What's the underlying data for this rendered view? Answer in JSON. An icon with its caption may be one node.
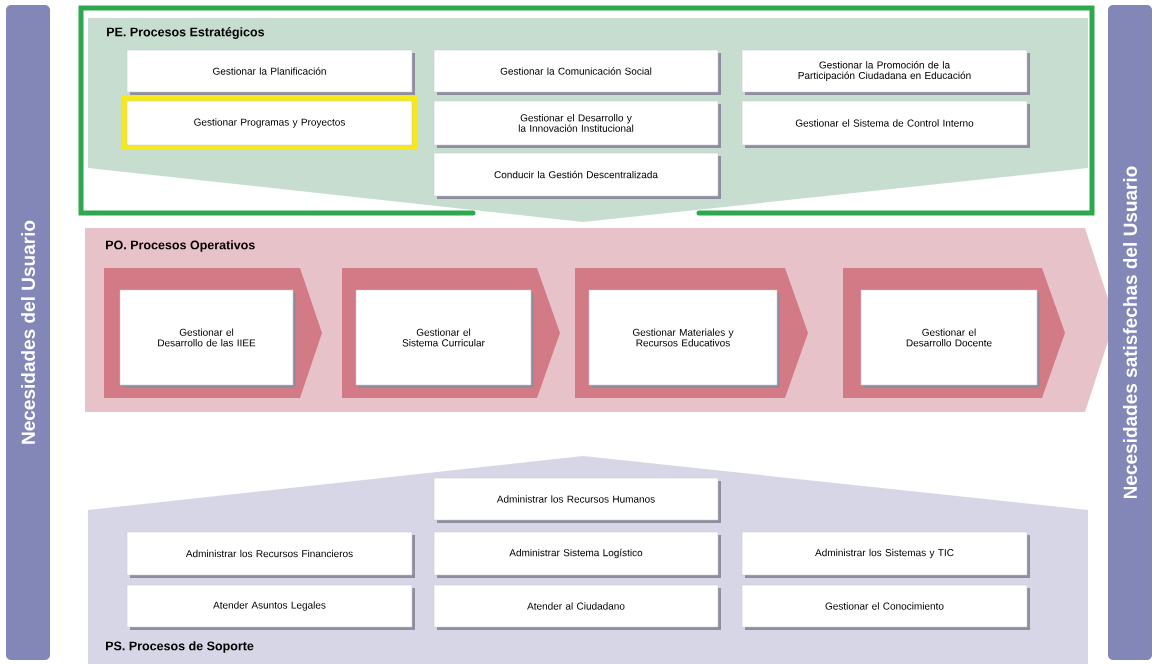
{
  "diagram": {
    "nodes": [
      {
        "text": [
          "Necesidades del Usuario"
        ]
      },
      {
        "text": [
          "PE. Procesos Estratégicos"
        ]
      },
      {
        "text": [
          "Gestionar la Planificación"
        ],
        "in": 1
      },
      {
        "text": [
          "Gestionar la Comunicación Social"
        ],
        "in": 1
      },
      {
        "text": [
          "Gestionar la Promoción de la Participación Ciudadana en Educación"
        ],
        "in": 1
      },
      {
        "text": [
          "Gestionar Programas y Proyectos"
        ],
        "in": 1
      },
      {
        "text": [
          "Gestionar el Desarrollo y la Innovación Institucional"
        ],
        "in": 1
      },
      {
        "text": [
          "Gestionar el Sistema de Control Interno"
        ],
        "in": 1
      },
      {
        "text": [
          "Conducir la Gestión Descentralizada"
        ],
        "in": 1
      },
      {
        "text": [
          "PO. Procesos Operativos"
        ]
      },
      {
        "text": [
          "Gestionar el Desarrollo de las IIEE"
        ],
        "in": 9
      },
      {
        "text": [
          "Gestionar el Sistema Curricular"
        ],
        "in": 9
      },
      {
        "text": [
          "Gestionar Materiales y Recursos Educativos"
        ],
        "in": 9
      },
      {
        "text": [
          "Gestionar el Desarrollo Docente"
        ],
        "in": 9
      },
      {
        "text": [
          "PS. Procesos de Soporte"
        ]
      },
      {
        "text": [
          "Administrar los Recursos Humanos"
        ],
        "in": 14
      },
      {
        "text": [
          "Administrar los Recursos Financieros"
        ],
        "in": 14
      },
      {
        "text": [
          "Administrar Sistema Logístico"
        ],
        "in": 14
      },
      {
        "text": [
          "Administrar los Sistemas y TIC"
        ],
        "in": 14
      },
      {
        "text": [
          "Atender Asuntos Legales"
        ],
        "in": 14
      },
      {
        "text": [
          "Atender al Ciudadano"
        ],
        "in": 14
      },
      {
        "text": [
          "Gestionar el Conocimiento"
        ],
        "in": 14
      },
      {
        "text": [
          "Necesidades satisfechas del Usuario"
        ]
      }
    ]
  }
}
